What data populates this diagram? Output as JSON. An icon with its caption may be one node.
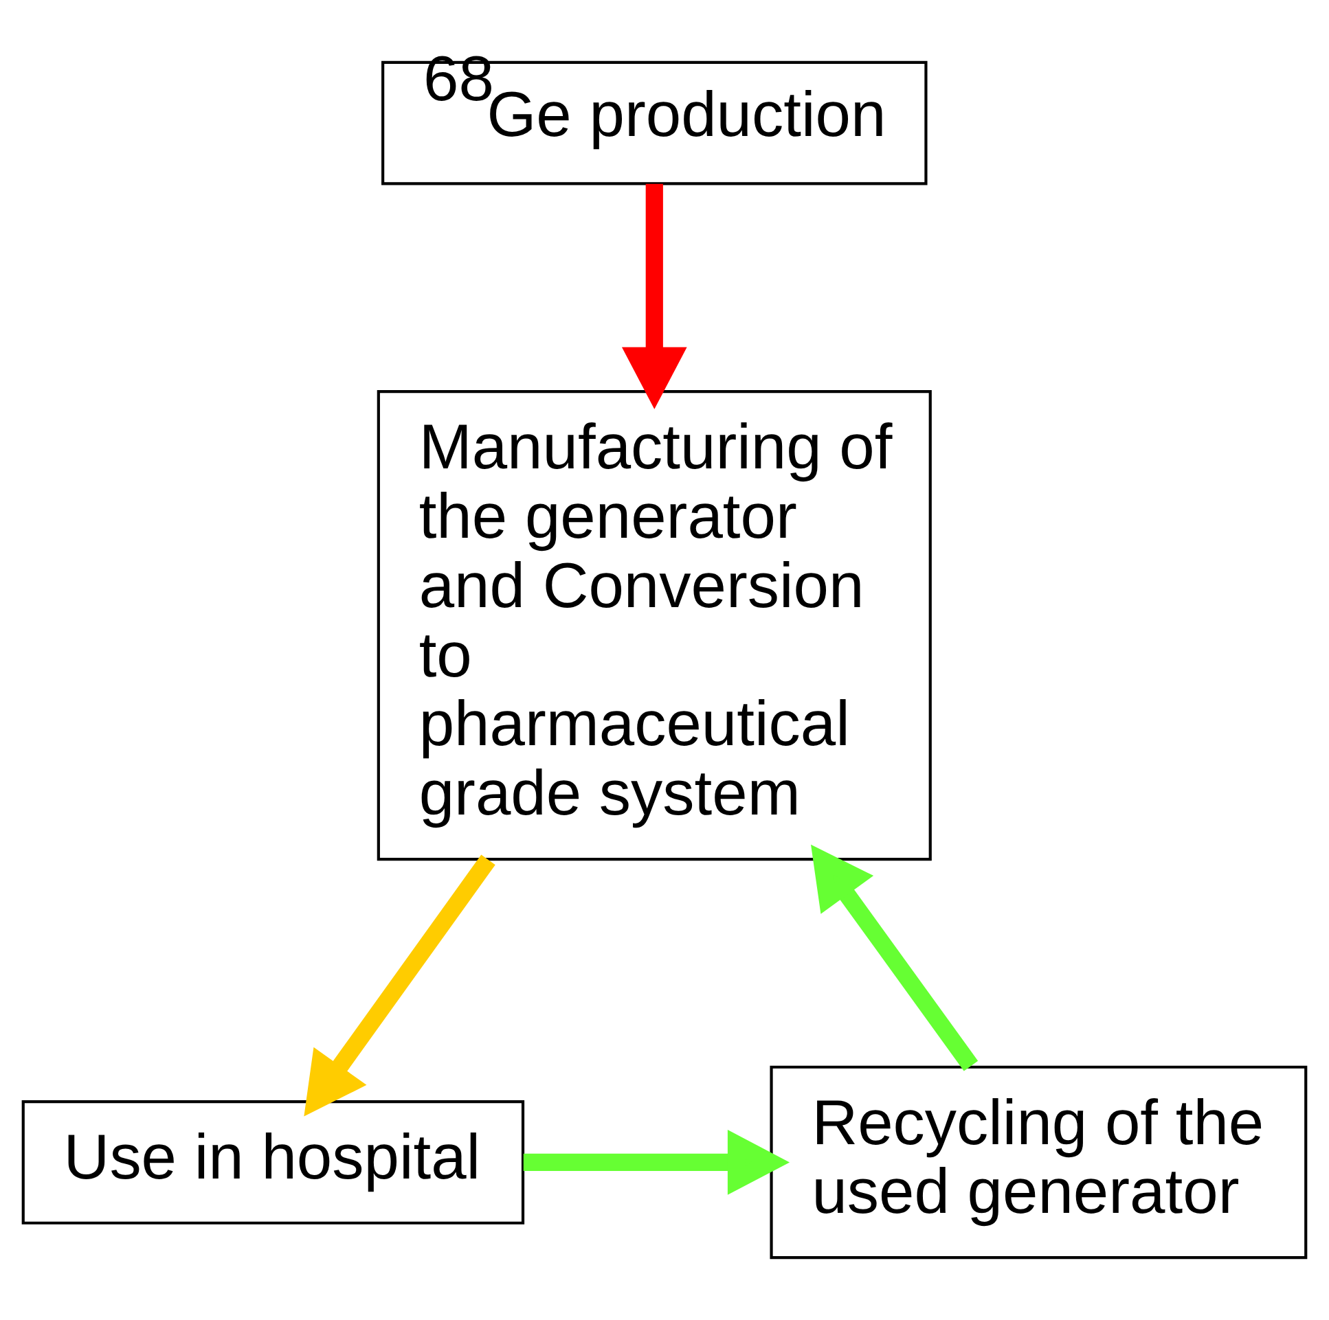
{
  "diagram": {
    "nodes": [
      {
        "text": [
          "$^{68}$Ge production"
        ]
      },
      {
        "text": [
          "Manufacturing of the generator and Conversion to pharmaceutical grade system"
        ]
      },
      {
        "text": [
          "Use in hospital"
        ]
      },
      {
        "text": [
          "Recycling of the used generator"
        ]
      }
    ],
    "edges": [
      {
        "from": 0,
        "to": 1,
        "arrow": "to",
        "color": "#ff0000"
      },
      {
        "from": 1,
        "to": 2,
        "arrow": "to",
        "color": "#ffcc00"
      },
      {
        "from": 2,
        "to": 3,
        "arrow": "to",
        "color": "#66ff33"
      },
      {
        "from": 3,
        "to": 1,
        "arrow": "to",
        "color": "#66ff33"
      }
    ]
  }
}
